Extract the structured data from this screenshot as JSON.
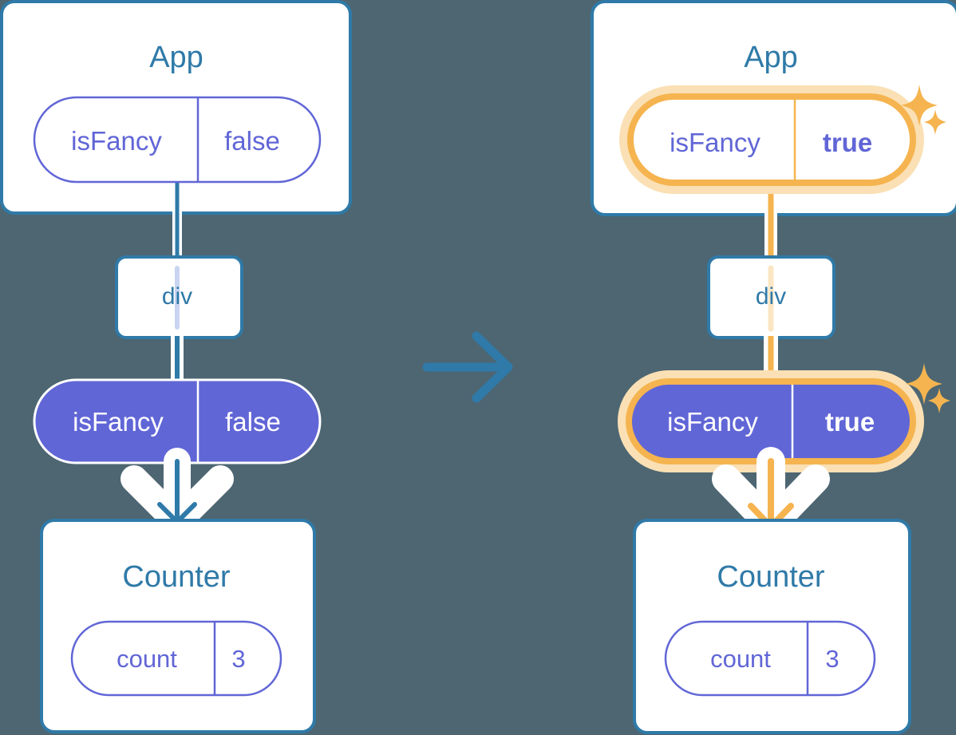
{
  "diagram": {
    "title": "React state propagation before and after update",
    "background_color": "#4d6672",
    "accent_blue": "#2f7aa8",
    "accent_purple": "#6166d6",
    "accent_orange": "#f5b44f",
    "accent_orange_glow": "#fae0b4",
    "transition_arrow": "arrow-right"
  },
  "panels": [
    {
      "id": "before",
      "app": {
        "title": "App",
        "state_pill": {
          "name": "isFancy",
          "value": "false",
          "style": "outline",
          "highlighted": false
        }
      },
      "div": {
        "label": "div"
      },
      "prop_pill": {
        "name": "isFancy",
        "value": "false",
        "style": "filled",
        "highlighted": false
      },
      "counter": {
        "title": "Counter",
        "state_pill": {
          "name": "count",
          "value": "3",
          "style": "outline",
          "highlighted": false
        }
      },
      "sparkles": []
    },
    {
      "id": "after",
      "app": {
        "title": "App",
        "state_pill": {
          "name": "isFancy",
          "value": "true",
          "style": "outline",
          "highlighted": true
        }
      },
      "div": {
        "label": "div"
      },
      "prop_pill": {
        "name": "isFancy",
        "value": "true",
        "style": "filled",
        "highlighted": true
      },
      "counter": {
        "title": "Counter",
        "state_pill": {
          "name": "count",
          "value": "3",
          "style": "outline",
          "highlighted": false
        }
      },
      "sparkles": [
        "sparkle-large",
        "sparkle-small"
      ]
    }
  ]
}
